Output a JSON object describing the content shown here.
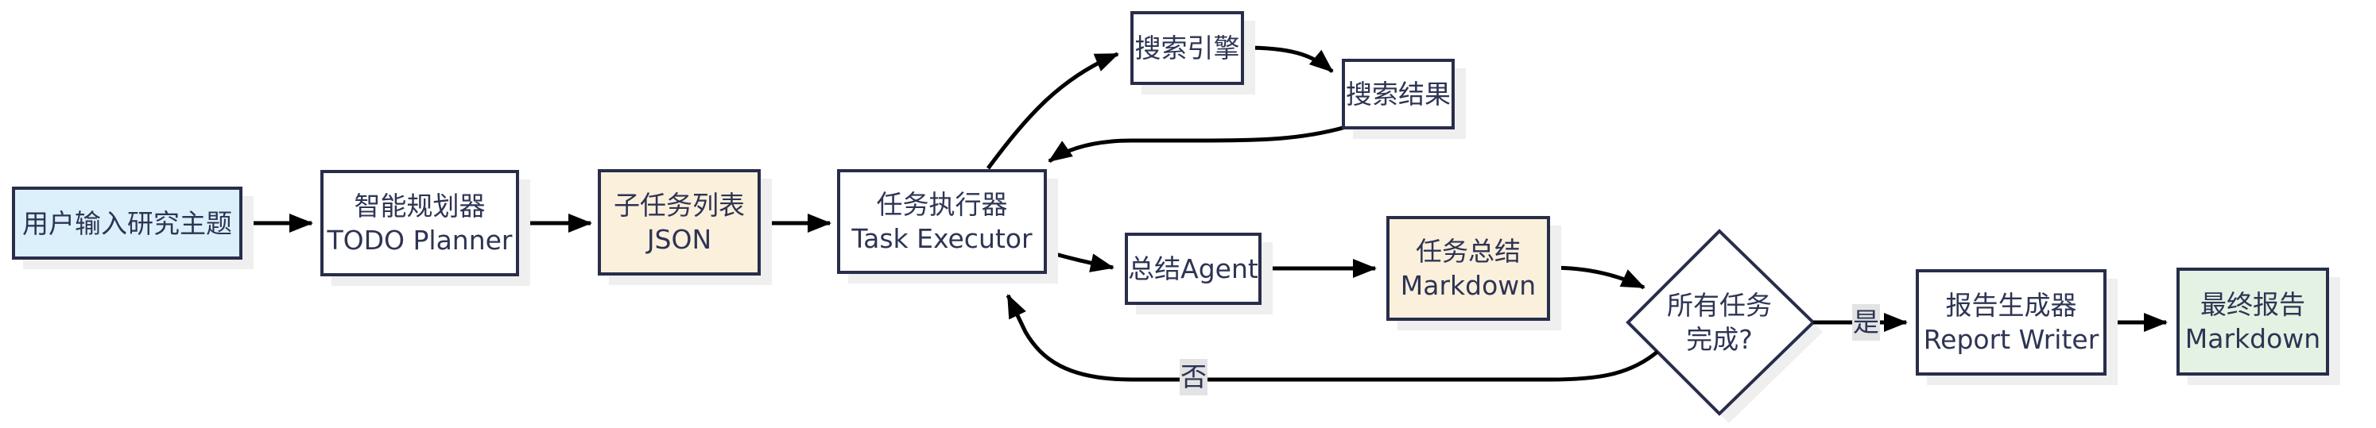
{
  "diagram": {
    "type": "flowchart",
    "background": "#ffffff",
    "colors": {
      "node_border": "#282d4a",
      "node_text": "#2e3454",
      "edge_stroke": "#000000",
      "edge_label_bg": "#e3e3e3",
      "shadow": "#efefef",
      "fill_blue": "#dcf0fb",
      "fill_cream": "#fbf0dc",
      "fill_green": "#e3f2e3",
      "fill_white": "#ffffff"
    },
    "nodes": {
      "user_input": {
        "lines": [
          "用户输入研究主题"
        ],
        "fill": "#dcf0fb",
        "shape": "rect"
      },
      "planner": {
        "lines": [
          "智能规划器",
          "TODO Planner"
        ],
        "fill": "#ffffff",
        "shape": "rect"
      },
      "subtask_list": {
        "lines": [
          "子任务列表",
          "JSON"
        ],
        "fill": "#fbf0dc",
        "shape": "rect"
      },
      "task_executor": {
        "lines": [
          "任务执行器",
          "Task Executor"
        ],
        "fill": "#ffffff",
        "shape": "rect"
      },
      "search_engine": {
        "lines": [
          "搜索引擎"
        ],
        "fill": "#ffffff",
        "shape": "rect"
      },
      "search_results": {
        "lines": [
          "搜索结果"
        ],
        "fill": "#ffffff",
        "shape": "rect"
      },
      "summary_agent": {
        "lines": [
          "总结Agent"
        ],
        "fill": "#ffffff",
        "shape": "rect"
      },
      "task_summary": {
        "lines": [
          "任务总结",
          "Markdown"
        ],
        "fill": "#fbf0dc",
        "shape": "rect"
      },
      "decision": {
        "lines": [
          "所有任务",
          "完成?"
        ],
        "fill": "#ffffff",
        "shape": "diamond"
      },
      "report_writer": {
        "lines": [
          "报告生成器",
          "Report Writer"
        ],
        "fill": "#ffffff",
        "shape": "rect"
      },
      "final_report": {
        "lines": [
          "最终报告",
          "Markdown"
        ],
        "fill": "#e3f2e3",
        "shape": "rect"
      }
    },
    "edge_labels": {
      "yes": "是",
      "no": "否"
    },
    "edges": [
      {
        "from": "user_input",
        "to": "planner"
      },
      {
        "from": "planner",
        "to": "subtask_list"
      },
      {
        "from": "subtask_list",
        "to": "task_executor"
      },
      {
        "from": "task_executor",
        "to": "search_engine"
      },
      {
        "from": "search_engine",
        "to": "search_results"
      },
      {
        "from": "search_results",
        "to": "task_executor"
      },
      {
        "from": "task_executor",
        "to": "summary_agent"
      },
      {
        "from": "summary_agent",
        "to": "task_summary"
      },
      {
        "from": "task_summary",
        "to": "decision"
      },
      {
        "from": "decision",
        "to": "report_writer",
        "label": "是"
      },
      {
        "from": "report_writer",
        "to": "final_report"
      },
      {
        "from": "decision",
        "to": "task_executor",
        "label": "否"
      }
    ]
  }
}
